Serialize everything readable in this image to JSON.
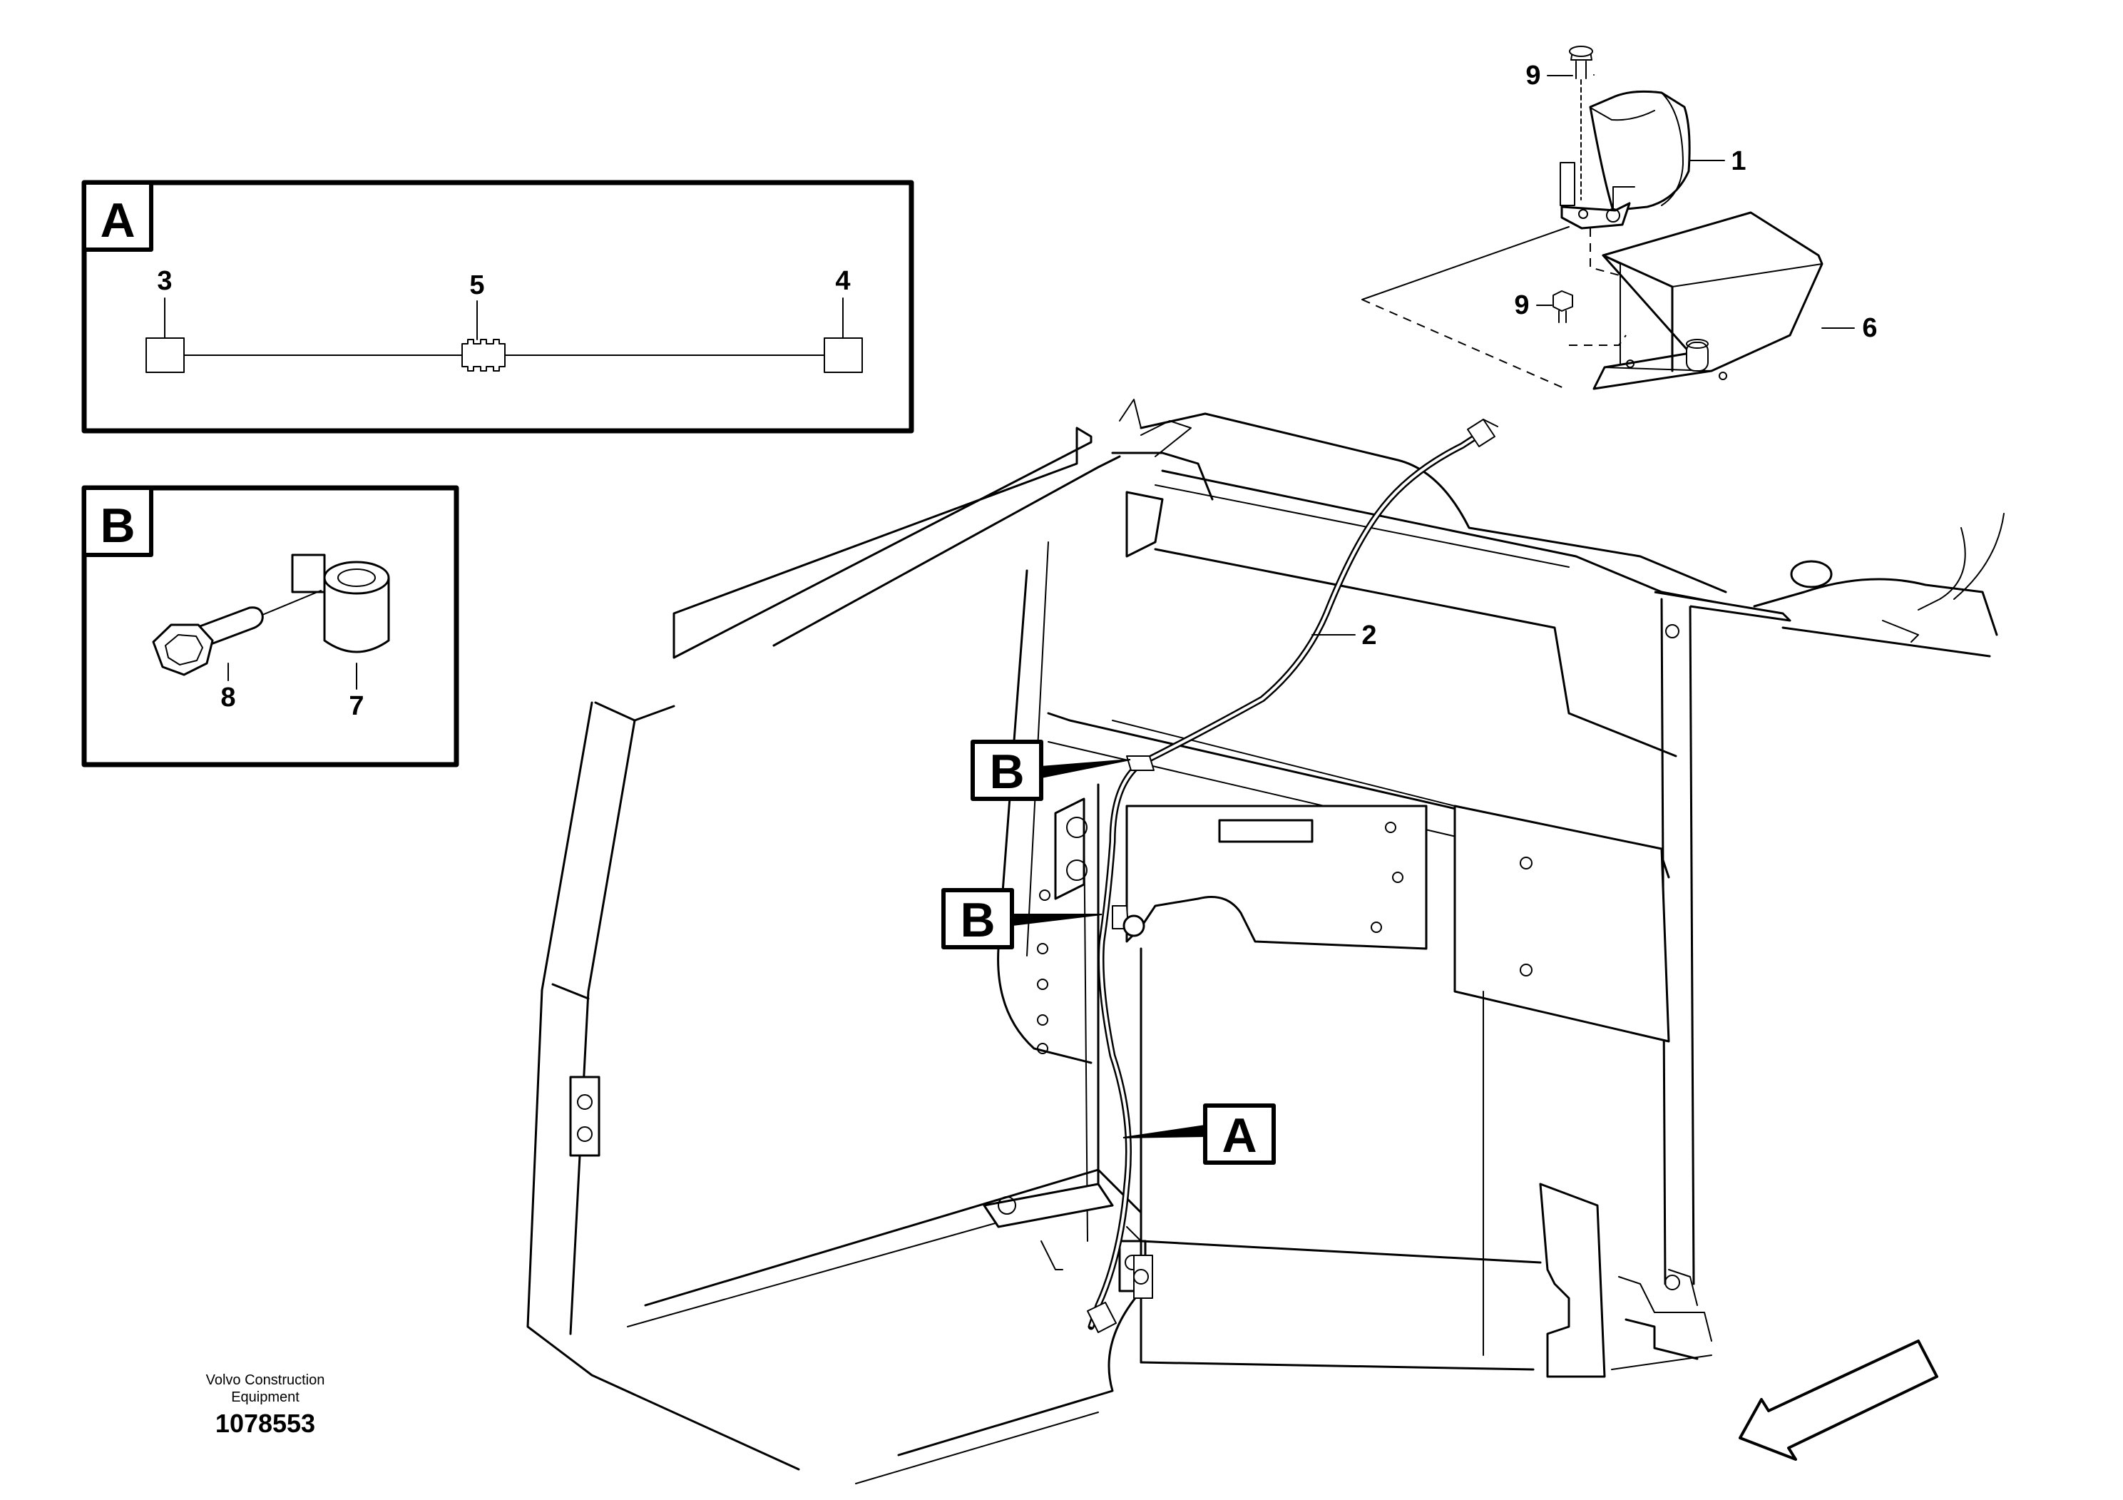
{
  "detail_a": {
    "letter": "A",
    "items": {
      "left": "3",
      "middle": "5",
      "right": "4"
    }
  },
  "detail_b": {
    "letter": "B",
    "items": {
      "bolt": "8",
      "clamp": "7"
    }
  },
  "callouts": {
    "lamp": "1",
    "cable": "2",
    "bracket": "6",
    "screw_top": "9",
    "screw_mid": "9"
  },
  "markers": {
    "b_upper": "B",
    "b_lower": "B",
    "a_cable": "A"
  },
  "footer": {
    "company_line1": "Volvo Construction",
    "company_line2": "Equipment",
    "drawing_number": "1078553"
  }
}
